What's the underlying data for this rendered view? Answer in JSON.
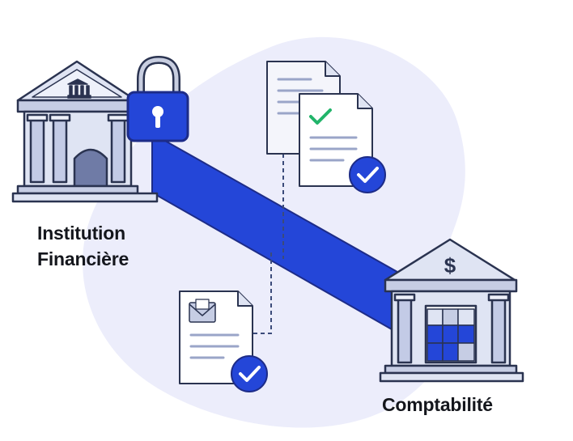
{
  "source": {
    "label_line1": "Institution",
    "label_line2": "Financière",
    "icon": "bank-building-icon",
    "lock_icon": "padlock-icon"
  },
  "target": {
    "label": "Comptabilité",
    "icon": "bank-building-dollar-icon",
    "symbol": "$"
  },
  "documents": [
    {
      "icon": "document-stack-icon",
      "status": "verified"
    },
    {
      "icon": "envelope-document-icon",
      "status": "verified"
    }
  ],
  "colors": {
    "primary_blue": "#2446d8",
    "building_fill": "#dfe4f3",
    "building_stroke": "#2a3350",
    "blob_background": "#ecedfb",
    "check_green": "#22b46a",
    "dashed_line": "#3b4b7a"
  }
}
